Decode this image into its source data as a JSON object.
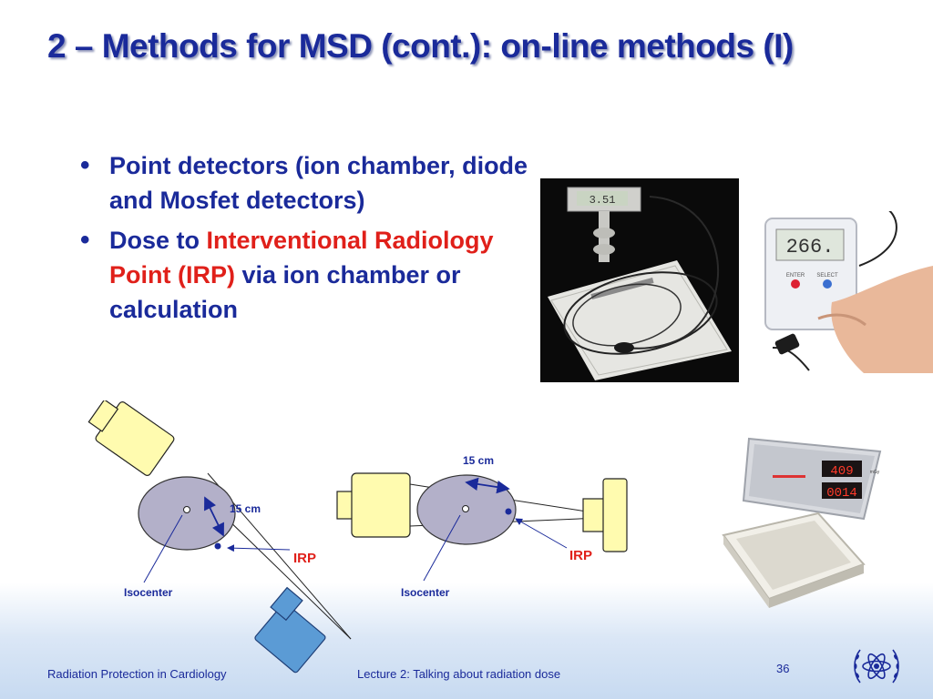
{
  "title": "2 – Methods for MSD (cont.): on-line methods (I)",
  "bullets": [
    {
      "text": "Point detectors (ion chamber, diode and Mosfet detectors)"
    },
    {
      "pre": "Dose to ",
      "highlight": "Interventional Radiology Point (IRP)",
      "post": " via ion chamber or calculation"
    }
  ],
  "diagram_left": {
    "distance_label": "15 cm",
    "irp_label": "IRP",
    "isocenter_label": "Isocenter"
  },
  "diagram_right": {
    "distance_label": "15 cm",
    "irp_label": "IRP",
    "isocenter_label": "Isocenter"
  },
  "device_photo_1": {
    "display_value": "3.51"
  },
  "device_photo_2": {
    "display_value": "266.",
    "button_left": "ENTER",
    "button_right": "SELECT"
  },
  "device_photo_3": {
    "display_top": "409",
    "display_bottom": "0014",
    "display_unit": "mGy"
  },
  "footer": {
    "left": "Radiation Protection in Cardiology",
    "center": "Lecture 2: Talking about radiation dose",
    "page": "36"
  },
  "colors": {
    "title": "#1a2a9a",
    "highlight": "#e0201a",
    "ellipse": "#b3b0c9",
    "tube": "#fffbaf",
    "detector": "#5b9bd5"
  }
}
